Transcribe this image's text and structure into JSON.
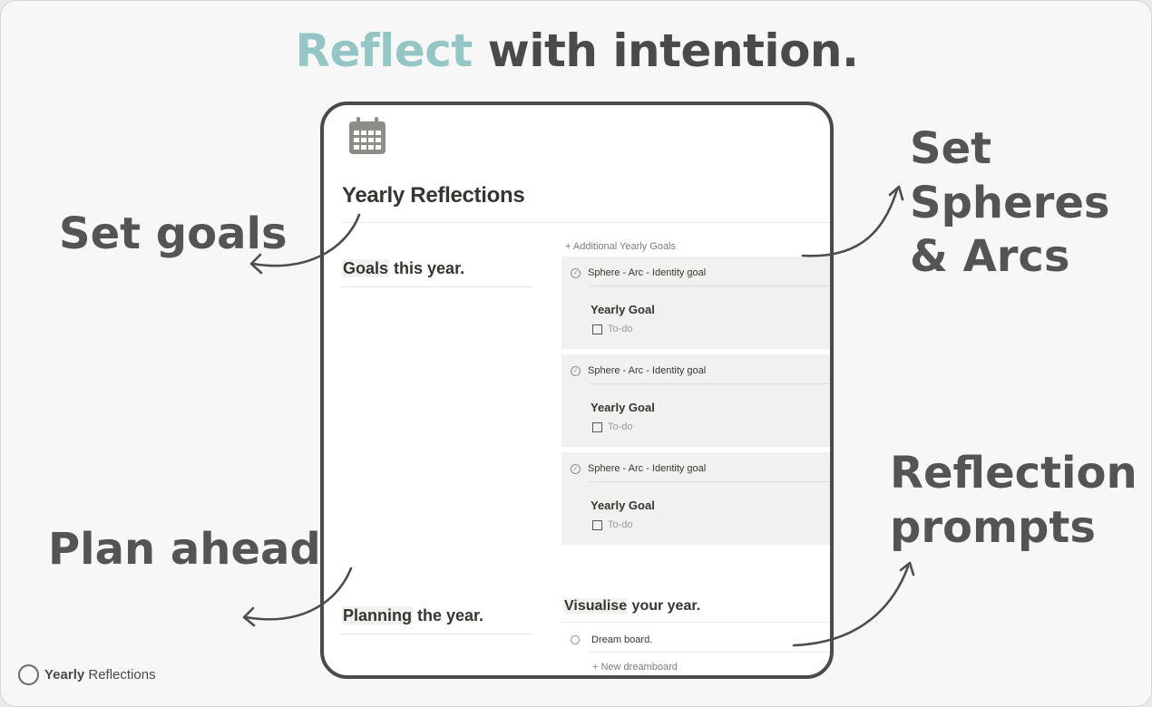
{
  "headline": {
    "accent": "Reflect",
    "rest": " with intention."
  },
  "callouts": {
    "goals": "Set goals",
    "spheres_line1": "Set Spheres",
    "spheres_line2": "& Arcs",
    "plan": "Plan ahead",
    "reflect_line1": "Reflection",
    "reflect_line2": "prompts"
  },
  "page": {
    "icon": "calendar-icon",
    "title": "Yearly Reflections",
    "goals_section": {
      "highlight": "Goals",
      "rest": " this year."
    },
    "add_goals": "+ Additional Yearly Goals",
    "cards": [
      {
        "meta": "Sphere - Arc - Identity goal",
        "title": "Yearly Goal",
        "todo": "To-do"
      },
      {
        "meta": "Sphere - Arc - Identity goal",
        "title": "Yearly Goal",
        "todo": "To-do"
      },
      {
        "meta": "Sphere - Arc - Identity goal",
        "title": "Yearly Goal",
        "todo": "To-do"
      }
    ],
    "planning_section": {
      "highlight": "Planning",
      "rest": " the year."
    },
    "visualise_section": {
      "highlight": "Visualise",
      "rest": " your year."
    },
    "dream_board": "Dream board.",
    "new_dreamboard": "+ New dreamboard"
  },
  "brand": {
    "bold": "Yearly",
    "rest": " Reflections"
  },
  "colors": {
    "accent": "#93c6c4",
    "text": "#4a4a4a",
    "card_bg": "#f1f1ef"
  }
}
